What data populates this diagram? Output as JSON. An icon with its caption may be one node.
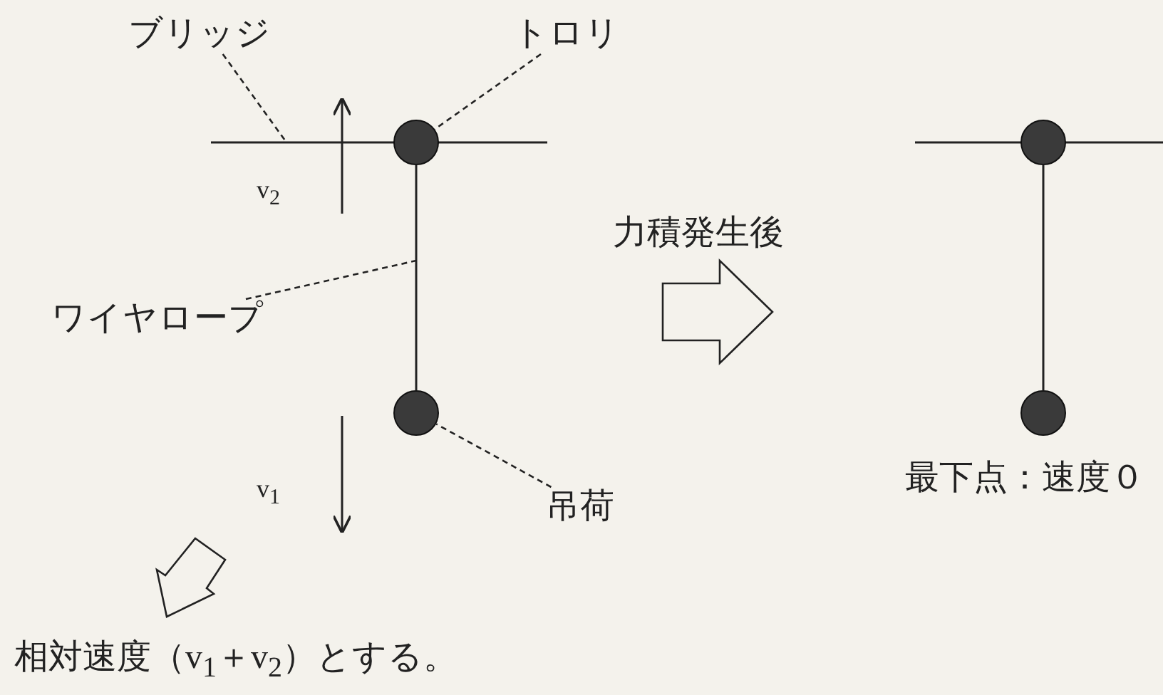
{
  "diagram": {
    "caption": "相対速度（v$_{1}$＋v$_{2}$）とする。",
    "nodes": [
      {
        "text": [
          "ブリッジ"
        ]
      },
      {
        "text": [
          "トロリ"
        ]
      },
      {
        "text": [],
        "shape": "circle"
      },
      {
        "text": [
          "ワイヤロープ"
        ]
      },
      {
        "text": [],
        "shape": "circle"
      },
      {
        "text": [
          "吊荷"
        ]
      },
      {
        "text": [],
        "shape": "circle"
      },
      {
        "text": [],
        "shape": "circle",
        "beside": [
          "最下点：速度０"
        ]
      }
    ],
    "edges": [
      {
        "from": 0,
        "to": null,
        "arrow": "none",
        "style": "dashed"
      },
      {
        "from": 1,
        "to": 2,
        "arrow": "none",
        "style": "dashed"
      },
      {
        "from": 3,
        "to": null,
        "arrow": "none",
        "style": "dashed"
      },
      {
        "from": 5,
        "to": 4,
        "arrow": "none",
        "style": "dashed"
      },
      {
        "from": 2,
        "to": 4,
        "arrow": "none"
      },
      {
        "from": 6,
        "to": 7,
        "arrow": "none"
      }
    ],
    "labels": [
      "v$_{2}$",
      "v$_{1}$",
      "力積発生後"
    ]
  }
}
